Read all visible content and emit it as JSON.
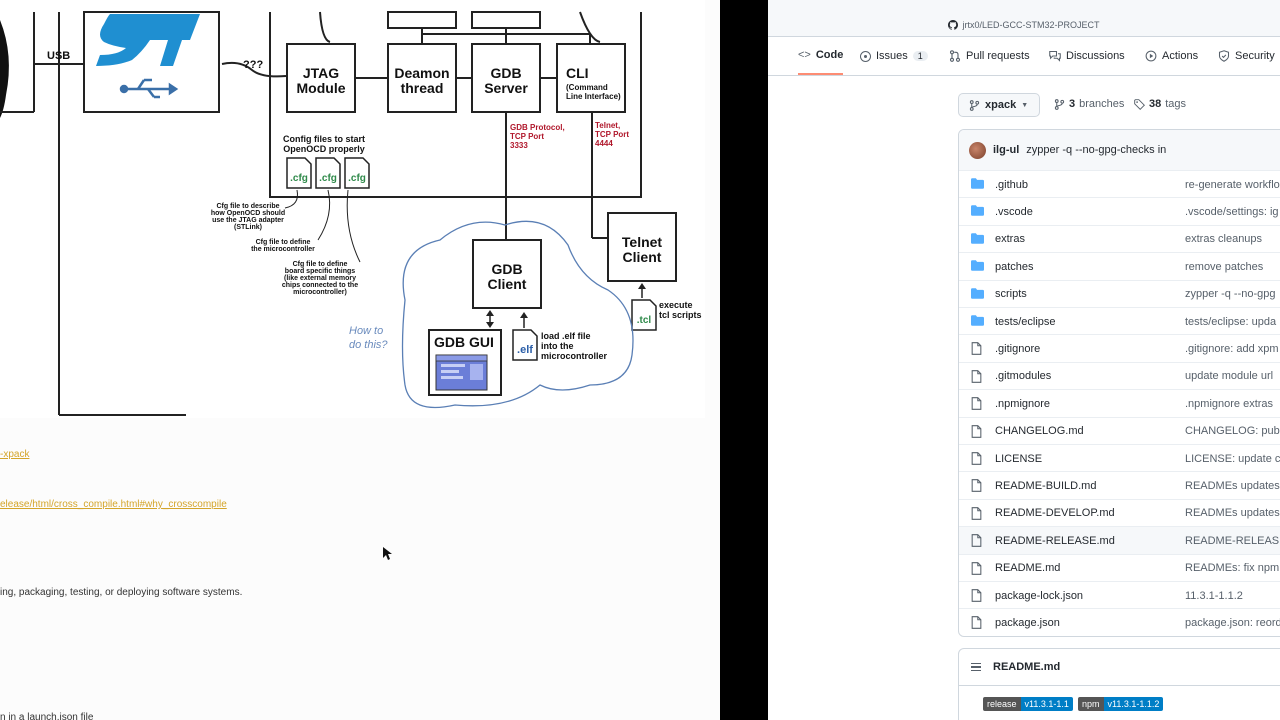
{
  "diagram": {
    "usb_label": "USB",
    "jtag_link_label": "???",
    "boxes": {
      "jtag_l1": "JTAG",
      "jtag_l2": "Module",
      "daemon_l1": "Deamon",
      "daemon_l2": "thread",
      "gdbserver_l1": "GDB",
      "gdbserver_l2": "Server",
      "cli_l1": "CLI",
      "cli_l2": "(Command",
      "cli_l3": "Line Interface)",
      "telnet_l1": "Telnet",
      "telnet_l2": "Client",
      "gdbclient_l1": "GDB",
      "gdbclient_l2": "Client",
      "gdbgui": "GDB GUI"
    },
    "config_note_l1": "Config files to start",
    "config_note_l2": "OpenOCD properly",
    "cfg_icon_label": ".cfg",
    "elf_icon_label": ".elf",
    "tcl_icon_label": ".tcl",
    "gdb_protocol_l1": "GDB Protocol,",
    "gdb_protocol_l2": "TCP Port",
    "gdb_protocol_l3": "3333",
    "telnet_proto_l1": "Telnet,",
    "telnet_proto_l2": "TCP Port",
    "telnet_proto_l3": "4444",
    "cfg_desc1_l1": "Cfg file to describe",
    "cfg_desc1_l2": "how OpenOCD should",
    "cfg_desc1_l3": "use the JTAG adapter",
    "cfg_desc1_l4": "(STLink)",
    "cfg_desc2_l1": "Cfg file to define",
    "cfg_desc2_l2": "the microcontroller",
    "cfg_desc3_l1": "Cfg file to define",
    "cfg_desc3_l2": "board specific things",
    "cfg_desc3_l3": "(like external memory",
    "cfg_desc3_l4": "chips connected to the",
    "cfg_desc3_l5": "microcontroller)",
    "load_elf_l1": "load .elf file",
    "load_elf_l2": "into the",
    "load_elf_l3": "microcontroller",
    "execute_l1": "execute",
    "execute_l2": "tcl scripts",
    "howto_l1": "How to",
    "howto_l2": "do this?"
  },
  "page": {
    "link1": "-xpack",
    "link2": "elease/html/cross_compile.html#why_crosscompile",
    "text1": "ing, packaging, testing, or deploying software systems.",
    "text2": "n in a launch.json file"
  },
  "github": {
    "repo_title": "jrtx0/LED-GCC-STM32-PROJECT",
    "tabs": [
      {
        "label": "Code",
        "icon": "code-icon"
      },
      {
        "label": "Issues",
        "count": "1",
        "icon": "issue-icon"
      },
      {
        "label": "Pull requests",
        "icon": "pull-request-icon"
      },
      {
        "label": "Discussions",
        "icon": "discussion-icon"
      },
      {
        "label": "Actions",
        "icon": "play-icon"
      },
      {
        "label": "Security",
        "icon": "shield-icon"
      }
    ],
    "branch": "xpack",
    "branches_count": "3",
    "branches_label": "branches",
    "tags_count": "38",
    "tags_label": "tags",
    "latest_commit_author": "ilg-ul",
    "latest_commit_msg": "zypper -q --no-gpg-checks in",
    "files": [
      {
        "name": ".github",
        "type": "dir",
        "commit": "re-generate workflo"
      },
      {
        "name": ".vscode",
        "type": "dir",
        "commit": ".vscode/settings: ig"
      },
      {
        "name": "extras",
        "type": "dir",
        "commit": "extras cleanups"
      },
      {
        "name": "patches",
        "type": "dir",
        "commit": "remove patches"
      },
      {
        "name": "scripts",
        "type": "dir",
        "commit": "zypper -q --no-gpg"
      },
      {
        "name": "tests/eclipse",
        "type": "dir",
        "commit": "tests/eclipse: upda"
      },
      {
        "name": ".gitignore",
        "type": "file",
        "commit": ".gitignore: add xpm"
      },
      {
        "name": ".gitmodules",
        "type": "file",
        "commit": "update module url"
      },
      {
        "name": ".npmignore",
        "type": "file",
        "commit": ".npmignore extras"
      },
      {
        "name": "CHANGELOG.md",
        "type": "file",
        "commit": "CHANGELOG: publi"
      },
      {
        "name": "LICENSE",
        "type": "file",
        "commit": "LICENSE: update co"
      },
      {
        "name": "README-BUILD.md",
        "type": "file",
        "commit": "READMEs updates"
      },
      {
        "name": "README-DEVELOP.md",
        "type": "file",
        "commit": "READMEs updates"
      },
      {
        "name": "README-RELEASE.md",
        "type": "file",
        "commit": "README-RELEASE",
        "highlighted": true
      },
      {
        "name": "README.md",
        "type": "file",
        "commit": "READMEs: fix npm v"
      },
      {
        "name": "package-lock.json",
        "type": "file",
        "commit": "11.3.1-1.1.2"
      },
      {
        "name": "package.json",
        "type": "file",
        "commit": "package.json: reord"
      }
    ],
    "readme_title": "README.md",
    "badges": [
      {
        "key": "release",
        "value": "v11.3.1-1.1"
      },
      {
        "key": "npm",
        "value": "v11.3.1-1.1.2"
      }
    ]
  },
  "colors": {
    "folder": "#54aeff",
    "tab_active": "#fd8c73",
    "badge_value": "#007ec6",
    "link": "#d4a52a",
    "annotation_red": "#b0172b",
    "sketch_blue": "#5a7fb5"
  }
}
